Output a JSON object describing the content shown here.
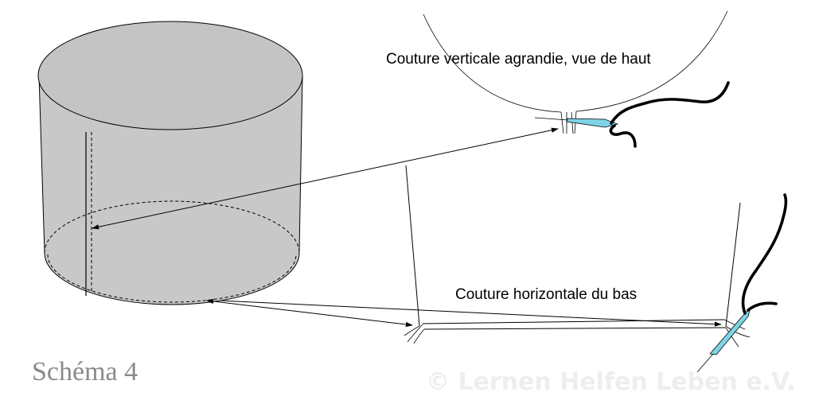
{
  "diagram": {
    "labels": {
      "top_seam": "Couture verticale agrandie, vue de haut",
      "bottom_seam": "Couture horizontale du bas",
      "schema": "Schéma 4",
      "watermark": "© Lernen Helfen Leben e.V."
    },
    "colors": {
      "cylinder_fill": "#c8c8c8",
      "cylinder_top": "#c4c4c4",
      "needle": "#7fd4e6",
      "outline": "#000000"
    }
  }
}
